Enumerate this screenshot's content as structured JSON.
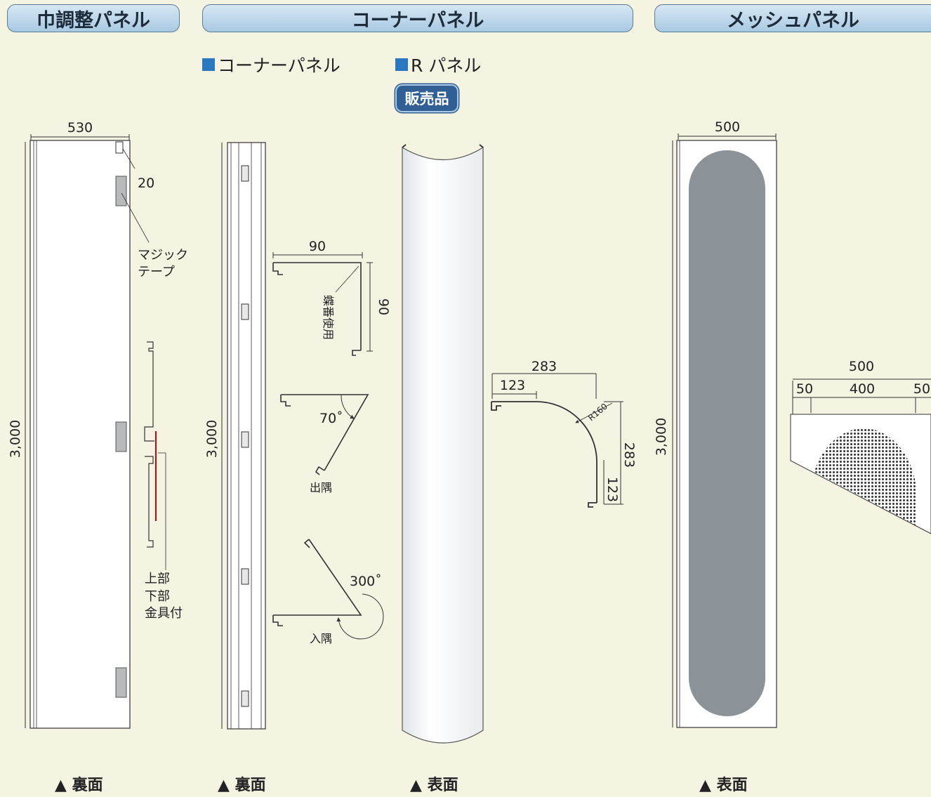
{
  "headers": {
    "width_panel": "巾調整パネル",
    "corner_panel": "コーナーパネル",
    "mesh_panel": "メッシュパネル"
  },
  "subheads": {
    "corner_panel": "コーナーパネル",
    "r_panel": "R パネル"
  },
  "badge": "販売品",
  "width_panel": {
    "width_dim": "530",
    "height_dim": "3,000",
    "offset_dim": "20",
    "velcro_label_1": "マジック",
    "velcro_label_2": "テープ",
    "fitting_label_1": "上部",
    "fitting_label_2": "下部",
    "fitting_label_3": "金具付",
    "caption": "▲ 裏面"
  },
  "corner_panel": {
    "height_dim": "3,000",
    "width_dim": "90",
    "depth_dim": "90",
    "hinge_label": "蝶番使用",
    "angle_out": "70˚",
    "outside_label": "出隅",
    "angle_in": "300˚",
    "inside_label": "入隅",
    "caption": "▲ 裏面"
  },
  "r_panel": {
    "total_width": "283",
    "flat_width": "123",
    "radius": "R160",
    "total_depth": "283",
    "flat_depth": "123",
    "caption": "▲ 表面"
  },
  "mesh_panel": {
    "width_dim": "500",
    "height_dim": "3,000",
    "detail_total": "500",
    "detail_left": "50",
    "detail_mid": "400",
    "detail_right": "50",
    "caption": "▲ 表面"
  },
  "colors": {
    "header_fill": "#a9c9e2",
    "accent_square": "#2a78c0",
    "badge_fill": "#2f5f94",
    "mesh_fill": "#8c9398",
    "background": "#f5f3e2"
  }
}
